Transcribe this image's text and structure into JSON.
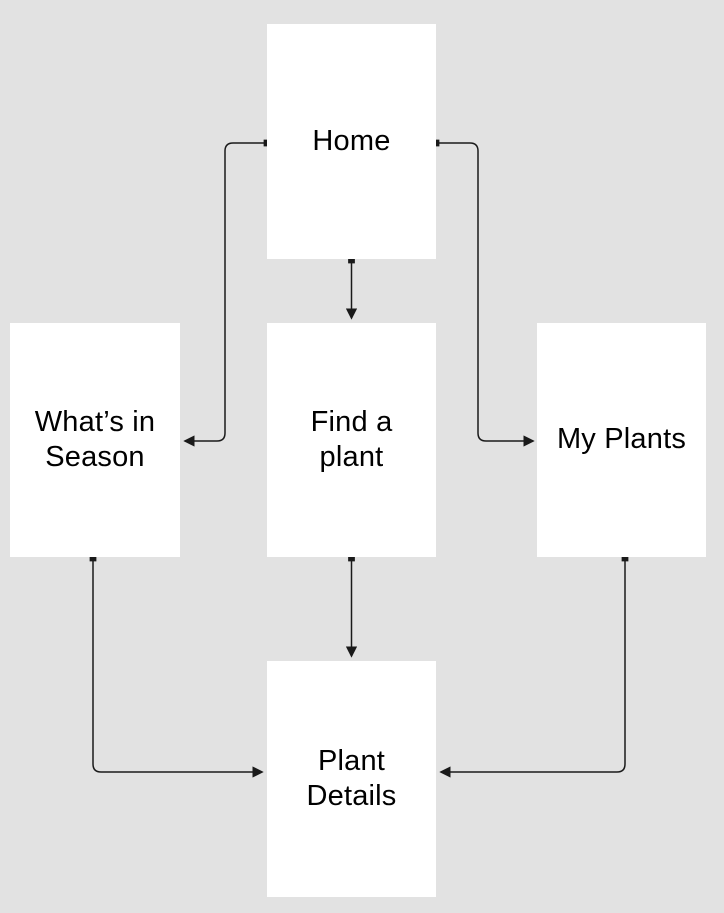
{
  "diagram": {
    "colors": {
      "background": "#e2e2e2",
      "node_fill": "#ffffff",
      "connector": "#1a1a1a",
      "text": "#000000"
    },
    "nodes": [
      {
        "id": "home",
        "label": "Home"
      },
      {
        "id": "whats-in-season",
        "label": "What’s in\nSeason"
      },
      {
        "id": "find-a-plant",
        "label": "Find a\nplant"
      },
      {
        "id": "my-plants",
        "label": "My Plants"
      },
      {
        "id": "plant-details",
        "label": "Plant\nDetails"
      }
    ],
    "edges": [
      {
        "from": "home",
        "to": "whats-in-season",
        "marker_start": "square-dot",
        "marker_end": "arrowhead"
      },
      {
        "from": "home",
        "to": "find-a-plant",
        "marker_start": "square-dot",
        "marker_end": "arrowhead"
      },
      {
        "from": "home",
        "to": "my-plants",
        "marker_start": "square-dot",
        "marker_end": "arrowhead"
      },
      {
        "from": "whats-in-season",
        "to": "plant-details",
        "marker_start": "square-dot",
        "marker_end": "arrowhead"
      },
      {
        "from": "find-a-plant",
        "to": "plant-details",
        "marker_start": "square-dot",
        "marker_end": "arrowhead"
      },
      {
        "from": "my-plants",
        "to": "plant-details",
        "marker_start": "square-dot",
        "marker_end": "arrowhead"
      }
    ]
  }
}
